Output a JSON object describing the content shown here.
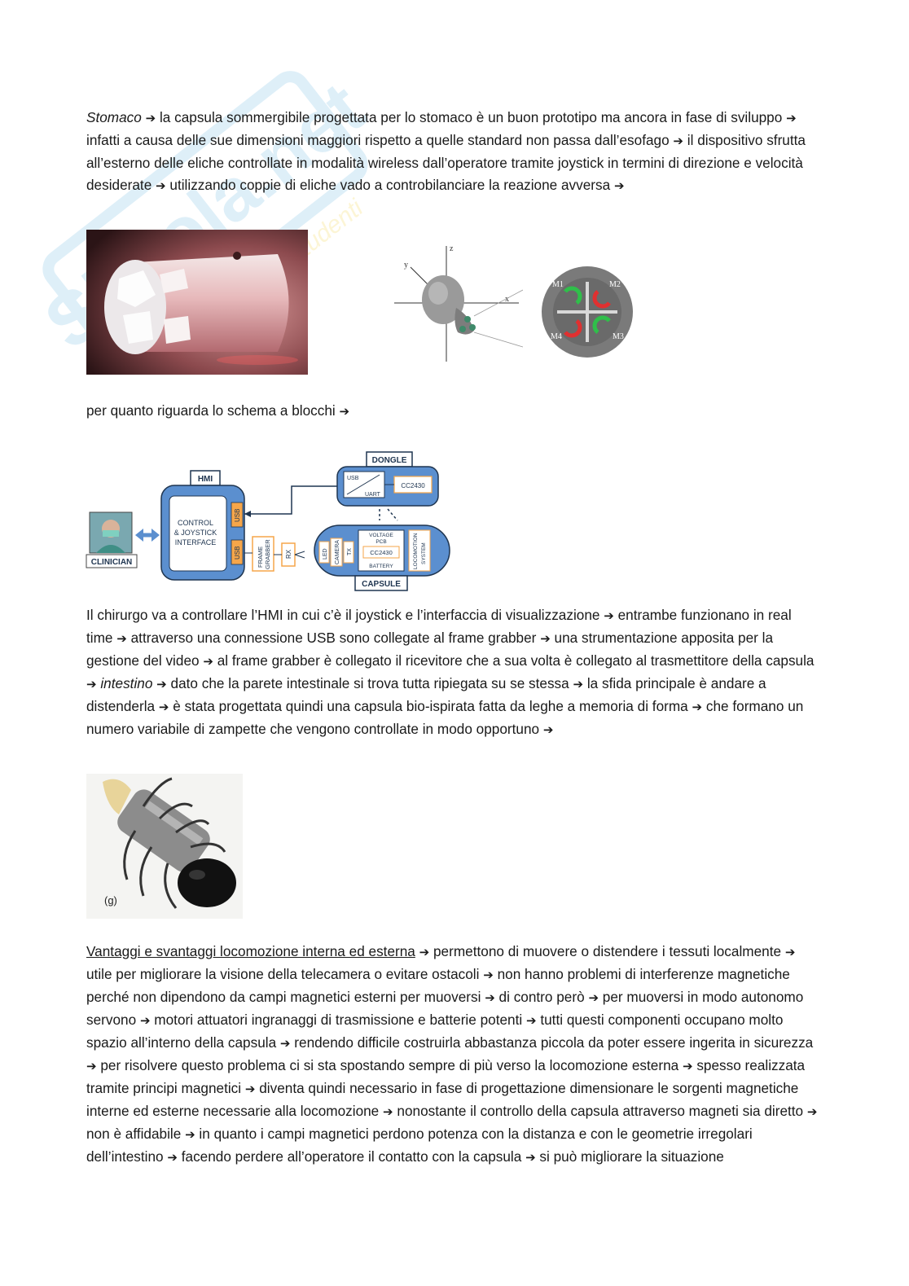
{
  "watermark": {
    "text": "Skuola.net",
    "subtext": "il portale per gli studenti"
  },
  "paragraphs": {
    "p1": {
      "italic_lead": "Stomaco",
      "segments": [
        "la capsula sommergibile progettata per lo stomaco è un buon prototipo ma ancora in fase di sviluppo",
        "infatti a causa delle sue dimensioni maggiori rispetto a quelle standard non passa dall’esofago",
        "il dispositivo sfrutta all’esterno delle eliche controllate in modalità wireless dall’operatore tramite joystick in termini di direzione e velocità desiderate",
        "utilizzando coppie di eliche vado a controbilanciare la reazione avversa"
      ]
    },
    "p2": {
      "text": "per quanto riguarda lo schema a blocchi"
    },
    "p3": {
      "segments_a": [
        "Il chirurgo va a controllare l’HMI in cui c’è il joystick e l’interfaccia di visualizzazione",
        "entrambe funzionano in real time",
        "attraverso una connessione USB sono collegate al frame grabber",
        "una strumentazione apposita per la gestione del video",
        "al frame grabber è collegato il ricevitore che a sua volta è collegato al trasmettitore della capsula"
      ],
      "italic_mid": "intestino",
      "segments_b": [
        "dato che la parete intestinale si trova tutta ripiegata su se stessa",
        "la sfida principale è andare a distenderla",
        "è stata progettata quindi una capsula bio-ispirata fatta da leghe a memoria di forma",
        "che formano un numero variabile di zampette che vengono controllate in modo opportuno"
      ]
    },
    "p4": {
      "underlined_lead": "Vantaggi e svantaggi locomozione interna ed esterna",
      "segments": [
        "permettono di muovere o distendere i tessuti localmente",
        "utile per migliorare la visione della telecamera o evitare ostacoli",
        "non hanno problemi di interferenze magnetiche perché non dipendono da campi magnetici esterni per muoversi",
        "di contro però",
        "per muoversi in modo autonomo servono",
        "motori attuatori ingranaggi di trasmissione e batterie potenti",
        "tutti questi componenti occupano molto spazio all’interno della capsula",
        "rendendo difficile costruirla abbastanza piccola da poter essere ingerita in sicurezza",
        "per risolvere questo problema ci si sta spostando sempre di più verso la locomozione esterna",
        "spesso realizzata tramite principi magnetici",
        "diventa quindi necessario in fase di progettazione dimensionare le sorgenti magnetiche interne ed esterne necessarie alla locomozione",
        "nonostante il controllo della capsula attraverso magneti sia diretto",
        "non è affidabile",
        "in quanto i campi magnetici perdono potenza con la distanza e con le geometrie irregolari dell’intestino",
        "facendo perdere all’operatore il contatto con la capsula",
        "si può migliorare la situazione"
      ]
    }
  },
  "figures": {
    "capsule_axes": {
      "z": "z",
      "y": "y",
      "x": "x",
      "motors": [
        "M1",
        "M2",
        "M3",
        "M4"
      ]
    },
    "block_diagram": {
      "clinician": "CLINICIAN",
      "hmi": "HMI",
      "control_line1": "CONTROL",
      "control_line2": "& JOYSTICK",
      "control_line3": "INTERFACE",
      "usb": "USB",
      "frame_grabber_line1": "FRAME",
      "frame_grabber_line2": "GRABBER",
      "rx": "RX",
      "dongle": "DONGLE",
      "dongle_usb": "USB",
      "dongle_uart": "UART",
      "cc2430": "CC2430",
      "capsule": "CAPSULE",
      "led": "LED",
      "camera": "CAMERA",
      "tx": "TX",
      "voltage": "VOLTAGE",
      "pcb": "PCB",
      "battery": "BATTERY",
      "locomotion_line1": "LOCOMOTION",
      "locomotion_line2": "SYSTEM"
    },
    "legged_capsule": {
      "caption": "(g)"
    }
  }
}
